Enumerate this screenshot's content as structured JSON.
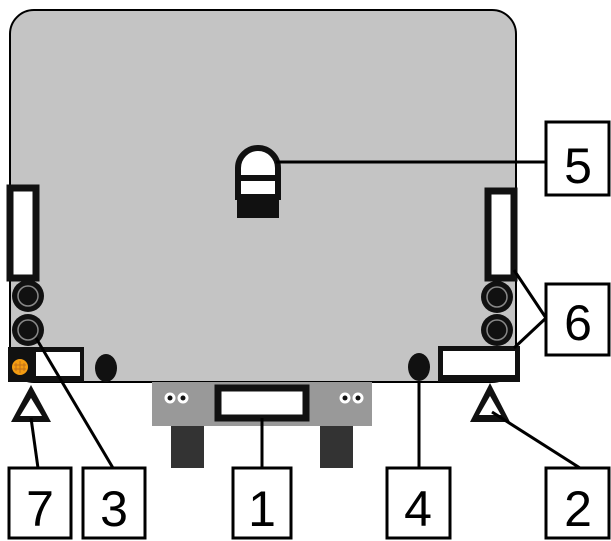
{
  "diagram": {
    "colors": {
      "body": "#c4c4c4",
      "bumper": "#999999",
      "dark": "#1a1a1a",
      "line": "#000000",
      "reflector_white": "#ffffff",
      "indicator": "#f39c12"
    },
    "callouts": [
      {
        "id": "1",
        "label": "1"
      },
      {
        "id": "2",
        "label": "2"
      },
      {
        "id": "3",
        "label": "3"
      },
      {
        "id": "4",
        "label": "4"
      },
      {
        "id": "5",
        "label": "5"
      },
      {
        "id": "6",
        "label": "6"
      },
      {
        "id": "7",
        "label": "7"
      }
    ]
  }
}
